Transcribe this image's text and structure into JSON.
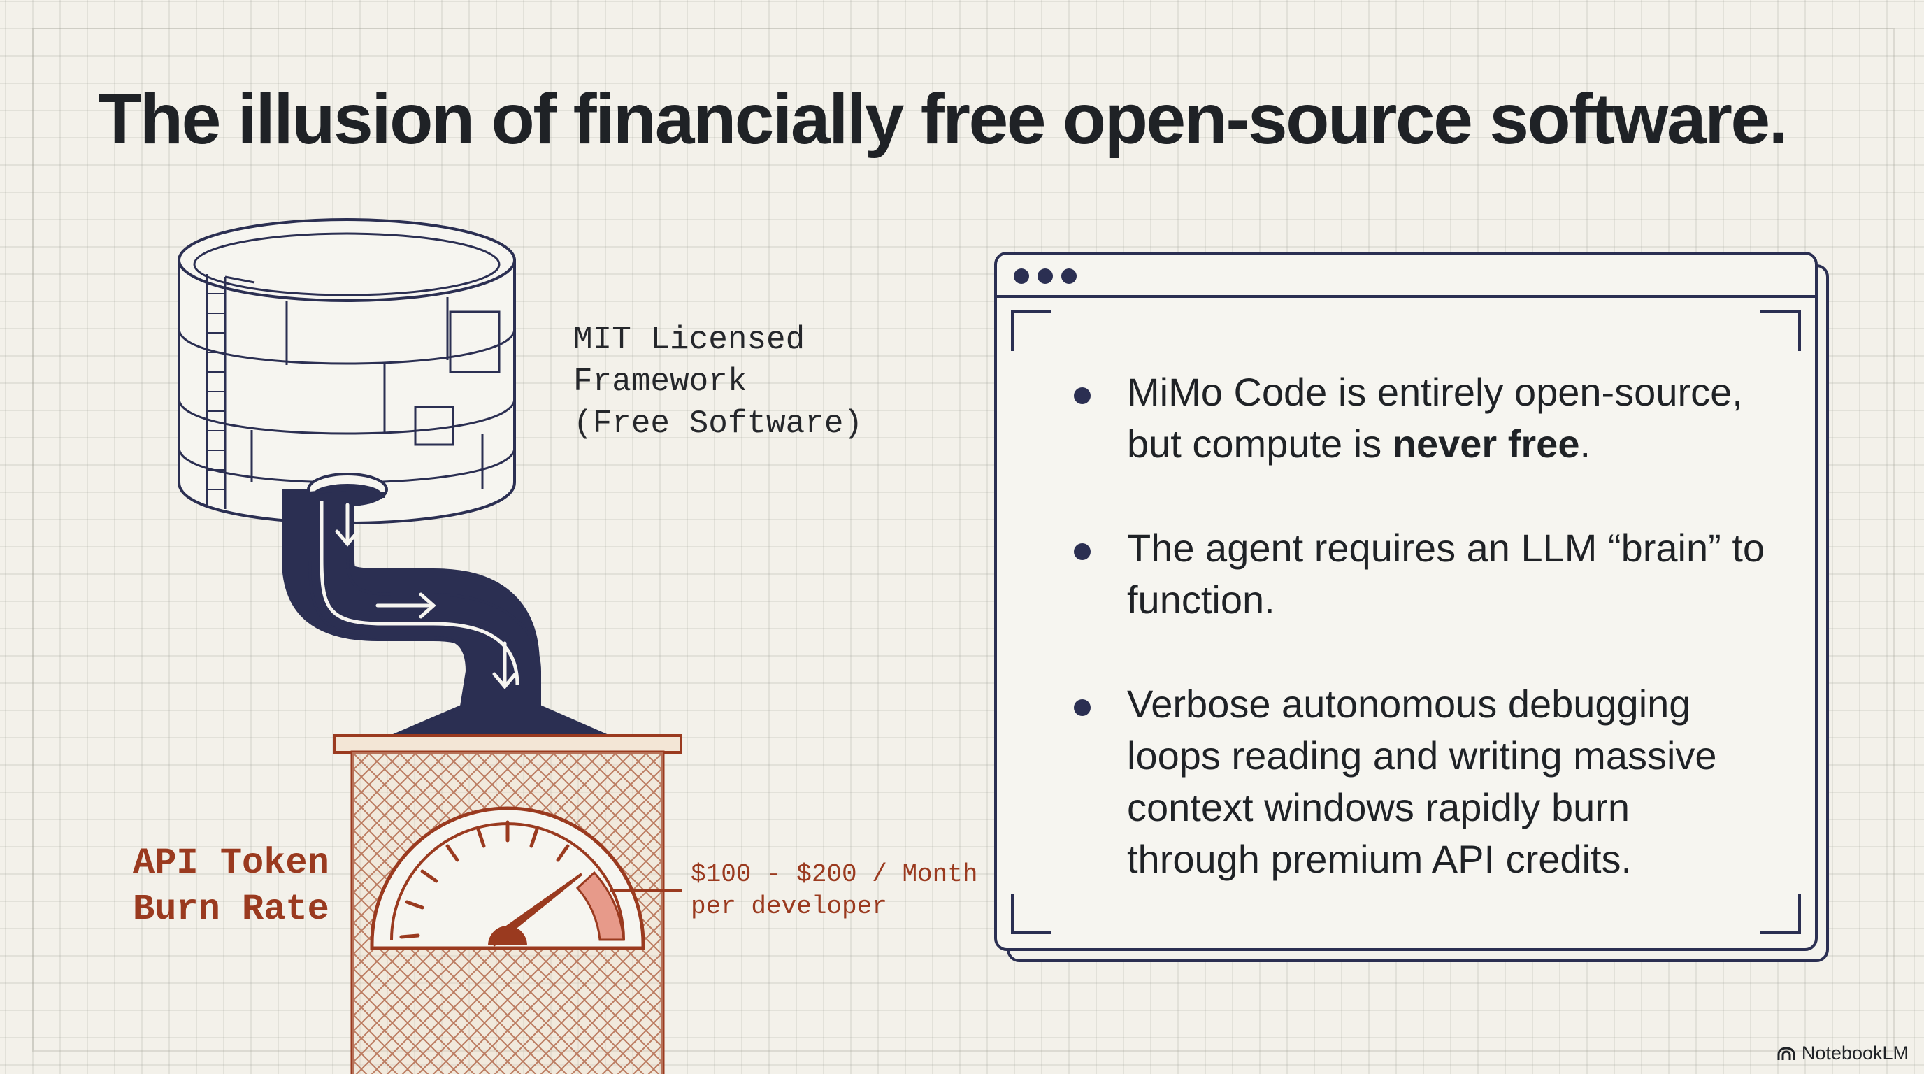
{
  "title": "The illusion of financially free open-source software.",
  "framework": {
    "lines": [
      "MIT Licensed",
      "Framework",
      "(Free Software)"
    ]
  },
  "meter": {
    "label_lines": [
      "API Token",
      "Burn Rate"
    ],
    "cost_lines": [
      "$100 - $200 / Month",
      "per developer"
    ]
  },
  "panel": {
    "bullets": [
      {
        "text_before": "MiMo Code is entirely open-source, but compute is ",
        "bold": "never free",
        "text_after": "."
      },
      {
        "text_before": "The agent requires an LLM “brain” to function.",
        "bold": "",
        "text_after": ""
      },
      {
        "text_before": "Verbose autonomous debugging loops reading and writing massive context windows rapidly burn through premium API credits.",
        "bold": "",
        "text_after": ""
      }
    ]
  },
  "brand": {
    "name": "NotebookLM"
  },
  "colors": {
    "ink": "#2b2f52",
    "rust": "#9a3a1f",
    "background": "#f3f1ea"
  },
  "icons": [
    "window-dots-icon",
    "down-arrow-icon",
    "right-arrow-icon",
    "gauge-icon",
    "notebooklm-logo-icon"
  ]
}
